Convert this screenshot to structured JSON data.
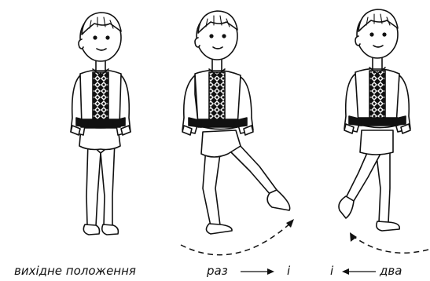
{
  "captions": {
    "start_position": "вихідне положення",
    "count_one": "раз",
    "and_one": "і",
    "and_two": "і",
    "count_two": "два"
  },
  "colors": {
    "line": "#111111",
    "fill": "#ffffff",
    "ornament": "#111111"
  },
  "figures": [
    {
      "name": "boy-standing-start",
      "pose": "standing, hands on hips"
    },
    {
      "name": "boy-leg-kick-forward",
      "pose": "right leg extended forward"
    },
    {
      "name": "boy-leg-swing-back",
      "pose": "leg swung back, toe touching floor"
    }
  ],
  "icons": [
    "arrow-right-icon",
    "arrow-left-icon",
    "dashed-arc-arrow-icon"
  ]
}
